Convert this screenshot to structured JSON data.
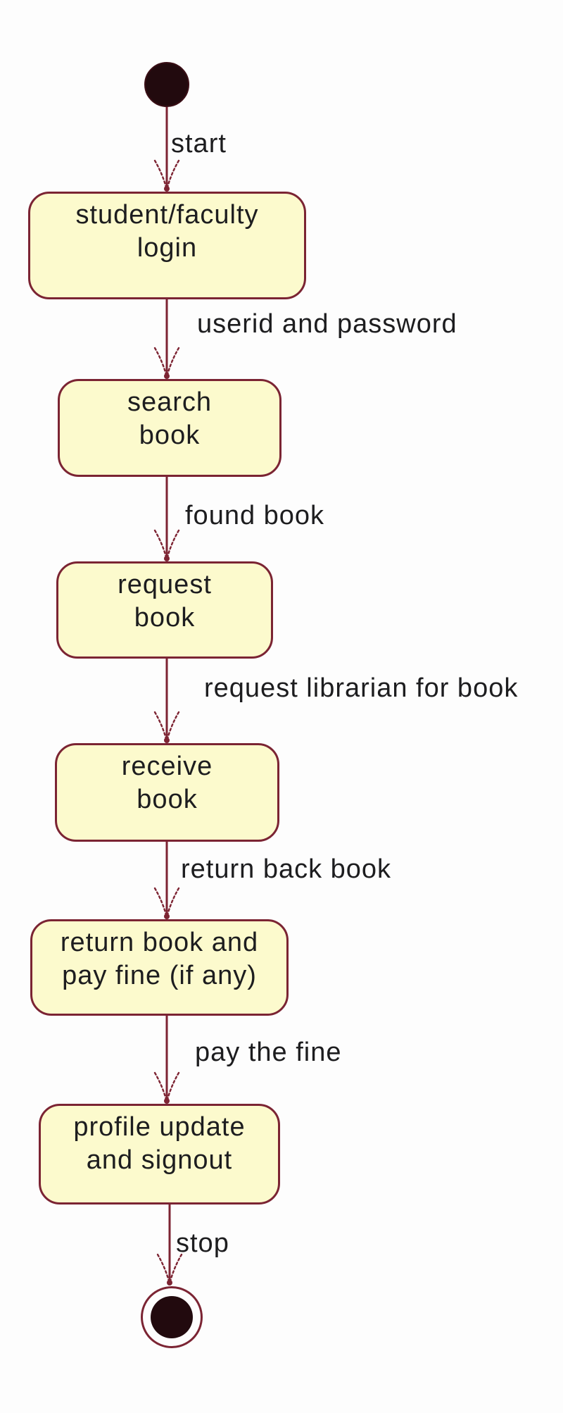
{
  "diagram": {
    "type": "uml-activity-diagram",
    "subject": "library book borrowing flow",
    "states": [
      {
        "id": "login",
        "label": "student/faculty\nlogin"
      },
      {
        "id": "search",
        "label": "search\nbook"
      },
      {
        "id": "request",
        "label": "request\nbook"
      },
      {
        "id": "receive",
        "label": "receive\nbook"
      },
      {
        "id": "return",
        "label": "return book and\npay fine (if any)"
      },
      {
        "id": "profile",
        "label": "profile update\nand signout"
      }
    ],
    "transitions": [
      {
        "id": "start",
        "label": "start"
      },
      {
        "id": "userid-password",
        "label": "userid and password"
      },
      {
        "id": "found-book",
        "label": "found book"
      },
      {
        "id": "request-librarian",
        "label": "request librarian for book"
      },
      {
        "id": "return-back-book",
        "label": "return back book"
      },
      {
        "id": "pay-the-fine",
        "label": "pay the fine"
      },
      {
        "id": "stop",
        "label": "stop"
      }
    ]
  },
  "colors": {
    "background": "#fdfdfd",
    "state_fill": "#fcfacd",
    "state_border": "#7b2433",
    "edge": "#7d2433",
    "text": "#1d1d1f",
    "terminal_fill": "#220a0e"
  }
}
